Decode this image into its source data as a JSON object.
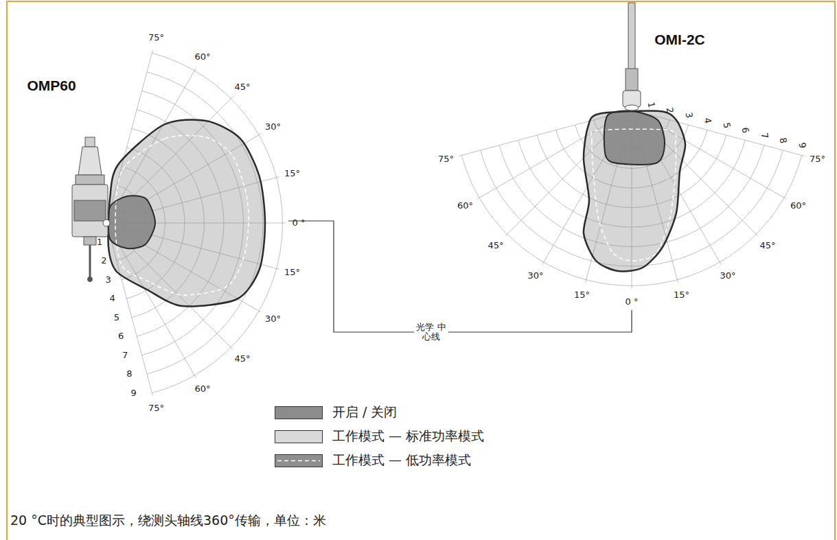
{
  "diagram": {
    "caption": "20 °C时的典型图示，绕测头轴线360°传输，单位：米",
    "labels": [
      "OMP60",
      "75°",
      "60°",
      "45°",
      "30°",
      "15°",
      "0 °",
      "15°",
      "30°",
      "45°",
      "60°",
      "75°",
      "1",
      "2",
      "3",
      "4",
      "5",
      "6",
      "7",
      "8",
      "9",
      "OMI-2C",
      "1",
      "2",
      "3",
      "4",
      "5",
      "6",
      "7",
      "8",
      "9",
      "75°",
      "60°",
      "45°",
      "30°",
      "15°",
      "0 °",
      "15°",
      "30°",
      "45°",
      "60°",
      "75°",
      "光学 中心线"
    ],
    "legend": [
      {
        "text": "开启 / 关闭",
        "color": "#8c8c8c"
      },
      {
        "text": "工作模式 — 标准功率模式",
        "color": "#d9d9d9"
      },
      {
        "text": "工作模式 — 低功率模式"
      }
    ]
  }
}
